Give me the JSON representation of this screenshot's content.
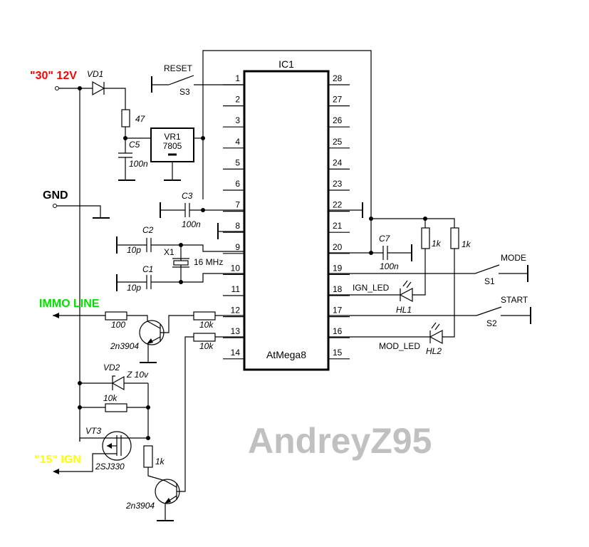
{
  "ic": {
    "ref": "IC1",
    "part": "AtMega8",
    "left_pins": [
      "1",
      "2",
      "3",
      "4",
      "5",
      "6",
      "7",
      "8",
      "9",
      "10",
      "11",
      "12",
      "13",
      "14"
    ],
    "right_pins": [
      "28",
      "27",
      "26",
      "25",
      "24",
      "23",
      "22",
      "21",
      "20",
      "19",
      "18",
      "17",
      "16",
      "15"
    ]
  },
  "nets": {
    "power_30": {
      "label": "\"30\" 12V",
      "color": "#ff0000"
    },
    "gnd": {
      "label": "GND",
      "color": "#000000"
    },
    "immo": {
      "label": "IMMO LINE",
      "color": "#00e000"
    },
    "ign15": {
      "label": "\"15\" IGN",
      "color": "#ffff00"
    },
    "reset": {
      "label": "RESET",
      "color": "#0000ff"
    },
    "mode": {
      "label": "MODE",
      "color": "#00e000"
    },
    "start": {
      "label": "START",
      "color": "#ff0000"
    },
    "ign_led": {
      "label": "IGN_LED",
      "color": "#ff0000"
    },
    "mod_led": {
      "label": "MOD_LED",
      "color": "#00e000"
    }
  },
  "parts": {
    "vd1": {
      "ref": "VD1"
    },
    "r47": {
      "value": "47"
    },
    "c5": {
      "ref": "C5",
      "value": "100n"
    },
    "vr1": {
      "ref": "VR1",
      "value": "7805"
    },
    "c3": {
      "ref": "C3",
      "value": "100n"
    },
    "c2": {
      "ref": "C2",
      "value": "10p"
    },
    "c1": {
      "ref": "C1",
      "value": "10p"
    },
    "x1": {
      "ref": "X1",
      "value": "16 MHz"
    },
    "s3": {
      "ref": "S3"
    },
    "c7": {
      "ref": "C7",
      "value": "100n"
    },
    "r_hl1": {
      "value": "1k"
    },
    "r_hl2": {
      "value": "1k"
    },
    "s1": {
      "ref": "S1"
    },
    "s2": {
      "ref": "S2"
    },
    "hl1": {
      "ref": "HL1"
    },
    "hl2": {
      "ref": "HL2"
    },
    "r100": {
      "value": "100"
    },
    "r12": {
      "value": "10k"
    },
    "r13": {
      "value": "10k"
    },
    "q1": {
      "value": "2n3904"
    },
    "vd2": {
      "ref": "VD2",
      "value": "Z 10v"
    },
    "r_gate": {
      "value": "10k"
    },
    "vt3": {
      "ref": "VT3",
      "value": "2SJ330"
    },
    "r1k": {
      "value": "1k"
    },
    "q2": {
      "value": "2n3904"
    }
  },
  "watermark": "AndreyZ95"
}
